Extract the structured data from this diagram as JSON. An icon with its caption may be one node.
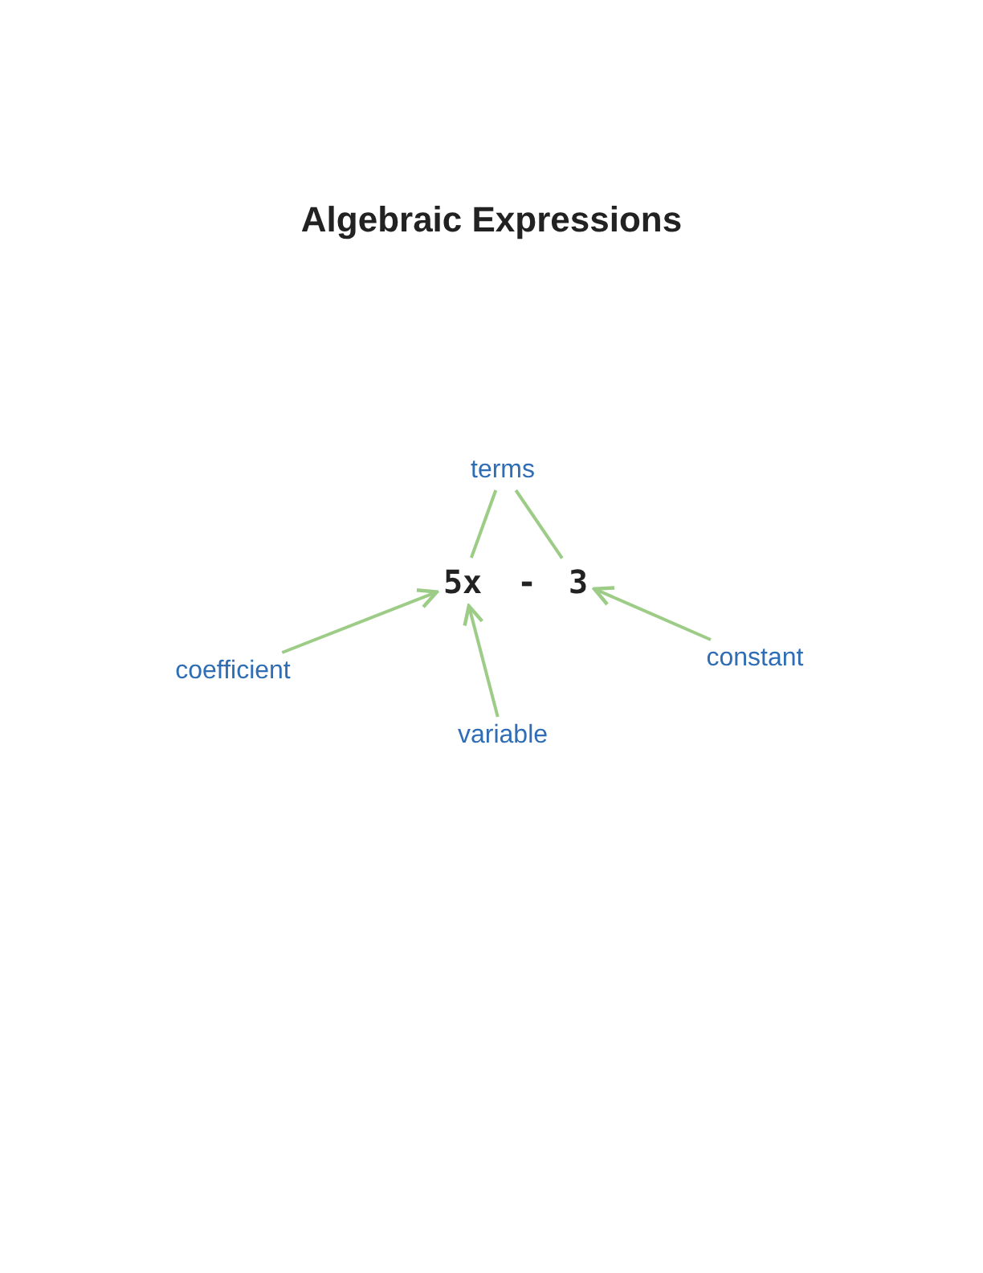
{
  "diagram": {
    "title": "Algebraic Expressions",
    "nodes": [
      {
        "text": [
          "terms"
        ]
      },
      {
        "text": [
          "5x"
        ]
      },
      {
        "text": [
          "3"
        ]
      },
      {
        "text": [
          "coefficient"
        ]
      },
      {
        "text": [
          "variable"
        ]
      },
      {
        "text": [
          "constant"
        ]
      }
    ],
    "edges": [
      {
        "from": 0,
        "to": 1,
        "arrow": "none"
      },
      {
        "from": 0,
        "to": 2,
        "arrow": "none"
      },
      {
        "from": 3,
        "to": 1,
        "arrow": "to"
      },
      {
        "from": 4,
        "to": 1,
        "arrow": "to"
      },
      {
        "from": 5,
        "to": 2,
        "arrow": "to"
      }
    ],
    "labels": [
      "-"
    ]
  }
}
